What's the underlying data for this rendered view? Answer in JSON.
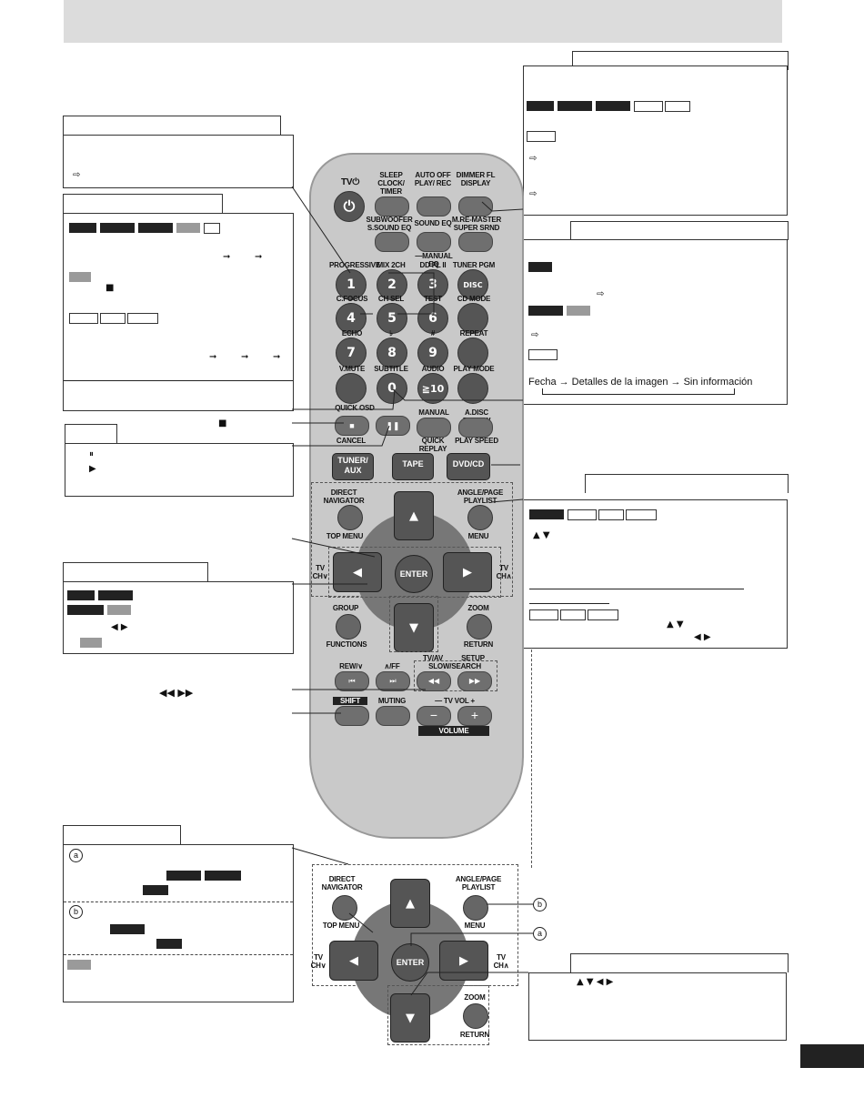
{
  "remote": {
    "tv_power": "TV⏻",
    "sleep": "SLEEP CLOCK/ TIMER",
    "auto_off": "AUTO OFF PLAY/ REC",
    "dimmer": "DIMMER FL DISPLAY",
    "subwoofer": "SUBWOOFER S.SOUND EQ",
    "sound_eq": "SOUND EQ",
    "manual_eq": "—MANUAL EQ",
    "mre_master": "M.RE-MASTER SUPER SRND",
    "progressive": "PROGRESSIVE",
    "mix2ch": "MIX 2CH",
    "dolby": "DD PL II",
    "tuner_pgm": "TUNER PGM",
    "disc": "DISC",
    "cfocus": "C.FOCUS",
    "chsel": "CH SEL",
    "test": "TEST",
    "cd_mode": "CD MODE",
    "echo": "ECHO",
    "flat": "♭",
    "sharp": "#",
    "repeat": "REPEAT",
    "vmute": "V.MUTE",
    "subtitle": "SUBTITLE",
    "audio": "AUDIO",
    "quick_osd": "QUICK OSD",
    "play_mode": "PLAY MODE",
    "manual_skip": "MANUAL SKIP",
    "adisc_review": "A.DISC REVIEW",
    "cancel": "CANCEL",
    "quick_replay": "QUICK REPLAY",
    "play_speed": "PLAY SPEED",
    "tuner_aux": "TUNER/ AUX",
    "tape": "TAPE",
    "dvd_cd": "DVD/CD",
    "direct_nav": "DIRECT NAVIGATOR",
    "top_menu": "TOP MENU",
    "angle_page": "ANGLE/PAGE PLAYLIST",
    "menu": "MENU",
    "enter": "ENTER",
    "tv_ch_down": "TV CH∨",
    "tv_ch_up": "TV CH∧",
    "group": "GROUP",
    "functions": "FUNCTIONS",
    "zoom": "ZOOM",
    "return": "RETURN",
    "rew": "REW/∨",
    "ff": "∧/FF",
    "tv_av": "TV/AV",
    "setup": "SETUP",
    "slow_search": "SLOW/SEARCH",
    "shift": "SHIFT",
    "muting": "MUTING",
    "tv_vol": "— TV VOL +",
    "volume": "VOLUME",
    "num": [
      "1",
      "2",
      "3",
      "4",
      "5",
      "6",
      "7",
      "8",
      "9",
      "0",
      "≧10"
    ]
  },
  "bottom": {
    "direct_nav": "DIRECT NAVIGATOR",
    "top_menu": "TOP MENU",
    "angle_page": "ANGLE/PAGE PLAYLIST",
    "menu": "MENU",
    "enter": "ENTER",
    "tv_ch_down": "TV CH∨",
    "tv_ch_up": "TV CH∧",
    "zoom": "ZOOM",
    "return": "RETURN",
    "a": "a",
    "b": "b"
  },
  "right_box2": {
    "info_line": "Fecha → Detalles de la imagen → Sin información"
  }
}
